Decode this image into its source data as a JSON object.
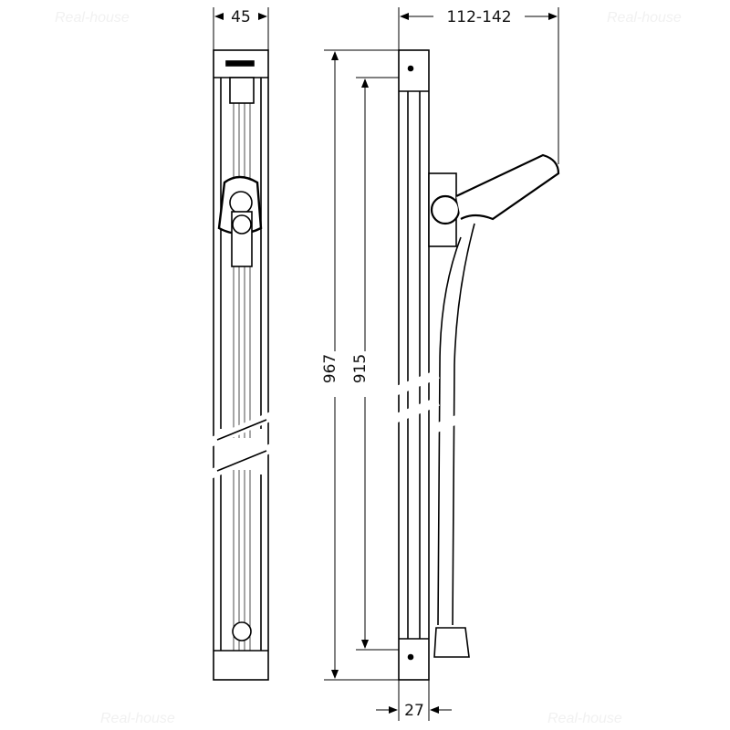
{
  "watermark": "Real-house",
  "dimensions": {
    "rail_width": "45",
    "arm_projection": "112-142",
    "total_height": "967",
    "mount_spacing": "915",
    "wall_depth": "27"
  }
}
